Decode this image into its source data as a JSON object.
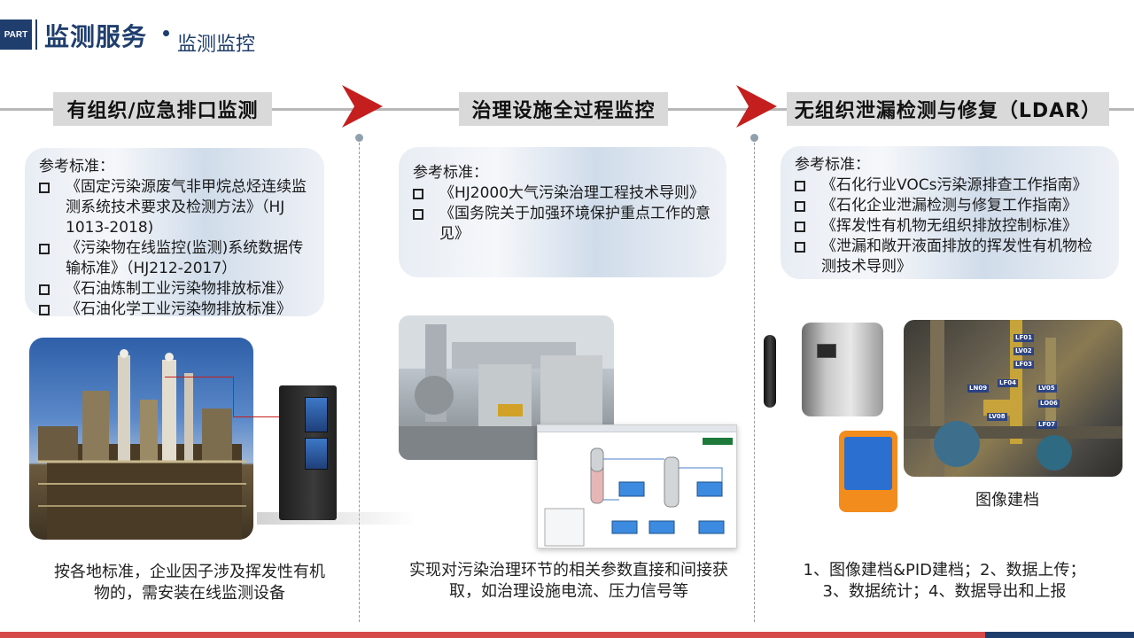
{
  "header": {
    "badge": "PART",
    "title": "监测服务",
    "subtitle": "监测监控"
  },
  "sections": [
    {
      "heading": "有组织/应急排口监测",
      "ref_title": "参考标准：",
      "refs": [
        "《固定污染源废气非甲烷总烃连续监测系统技术要求及检测方法》（HJ 1013-2018)",
        "《污染物在线监控(监测)系统数据传输标准》（HJ212-2017）",
        "《石油炼制工业污染物排放标准》",
        "《石油化学工业污染物排放标准》"
      ],
      "caption": "按各地标准，企业因子涉及挥发性有机物的，需安装在线监测设备"
    },
    {
      "heading": "治理设施全过程监控",
      "ref_title": "参考标准：",
      "refs": [
        "《HJ2000大气污染治理工程技术导则》",
        "《国务院关于加强环境保护重点工作的意见》"
      ],
      "caption": "实现对污染治理环节的相关参数直接和间接获取，如治理设施电流、压力信号等"
    },
    {
      "heading": "无组织泄漏检测与修复（LDAR）",
      "ref_title": "参考标准：",
      "refs": [
        "《石化行业VOCs污染源排查工作指南》",
        "《石化企业泄漏检测与修复工作指南》",
        "《挥发性有机物无组织排放控制标准》",
        "《泄漏和敞开液面排放的挥发性有机物检测技术导则》"
      ],
      "image_caption": "图像建档",
      "caption": "1、图像建档&PID建档；2、数据上传；3、数据统计；4、数据导出和上报",
      "tags": [
        "LF01",
        "LV02",
        "LF03",
        "LF04",
        "LV05",
        "LO06",
        "LF07",
        "LV08",
        "LN09"
      ]
    }
  ],
  "colors": {
    "brand": "#1f3e6e",
    "accent": "#c41e1e",
    "footer_red": "#d64a4a"
  }
}
